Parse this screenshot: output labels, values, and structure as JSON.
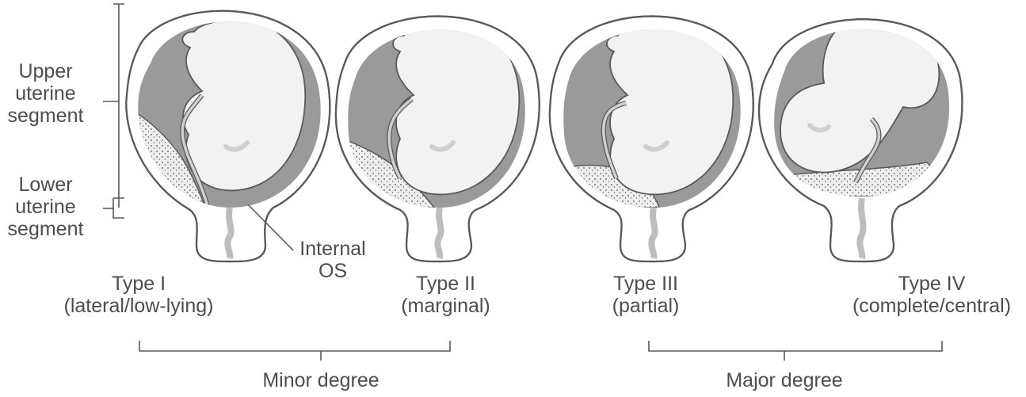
{
  "segments": {
    "upper": [
      "Upper",
      "uterine",
      "segment"
    ],
    "lower": [
      "Lower",
      "uterine",
      "segment"
    ]
  },
  "internal_os": [
    "Internal",
    "OS"
  ],
  "types": [
    {
      "name": "Type I",
      "desc": "(lateral/low-lying)"
    },
    {
      "name": "Type II",
      "desc": "(marginal)"
    },
    {
      "name": "Type III",
      "desc": "(partial)"
    },
    {
      "name": "Type IV",
      "desc": "(complete/central)"
    }
  ],
  "degrees": {
    "minor": "Minor degree",
    "major": "Major degree"
  },
  "colors": {
    "line": "#595959",
    "uterus_fill": "#ffffff",
    "fluid": "#9a9a9a",
    "fetus": "#f2f2f2",
    "cord": "#c4c4c4",
    "placenta": "#eeeeee",
    "text": "#4d4d4d"
  }
}
